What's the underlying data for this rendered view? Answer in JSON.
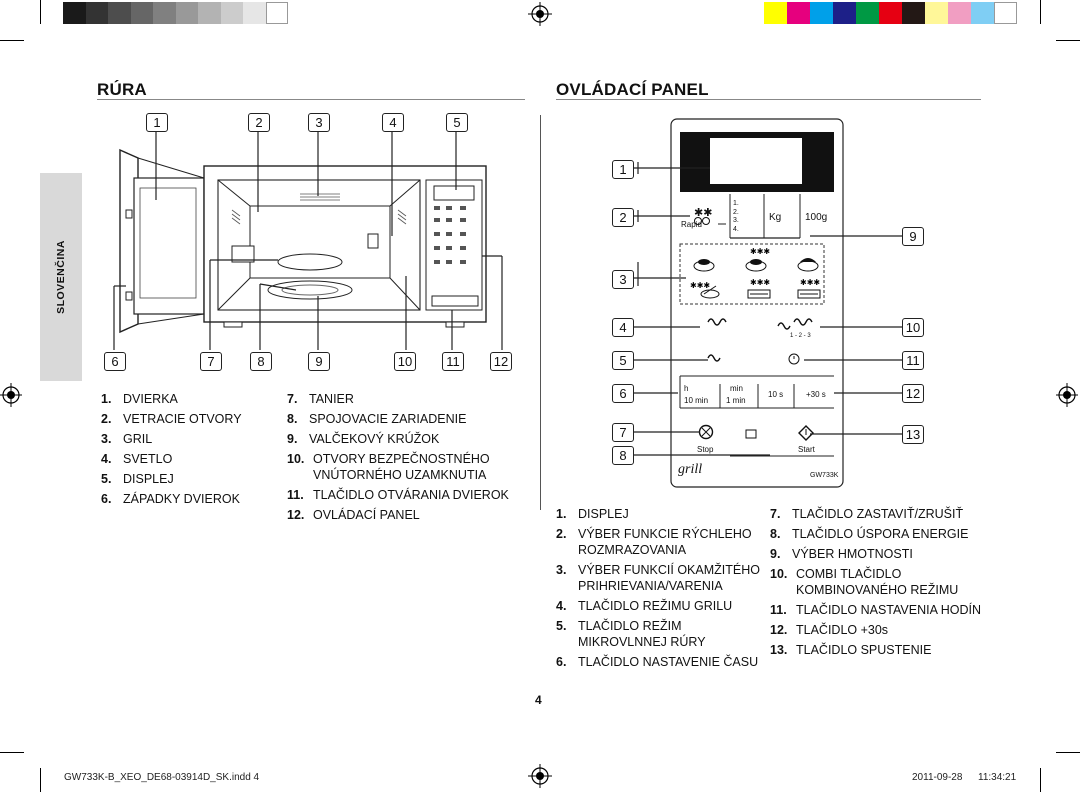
{
  "color_bars": {
    "gray": [
      "#1a1a1a",
      "#333333",
      "#4d4d4d",
      "#666666",
      "#808080",
      "#999999",
      "#b3b3b3",
      "#cccccc",
      "#e6e6e6",
      "#ffffff"
    ],
    "color": [
      "#ffff00",
      "#e6007e",
      "#00a0e9",
      "#1d2088",
      "#009944",
      "#e60012",
      "#231815",
      "#fff799",
      "#f19ec2",
      "#7fcef4",
      "#ffffff"
    ]
  },
  "side_tab": {
    "label": "SLOVENČINA"
  },
  "left": {
    "title": "RÚRA",
    "top_callouts": [
      "1",
      "2",
      "3",
      "4",
      "5"
    ],
    "bottom_callouts": [
      "6",
      "7",
      "8",
      "9",
      "10",
      "11",
      "12"
    ],
    "items_col1": [
      {
        "n": "1.",
        "t": "DVIERKA"
      },
      {
        "n": "2.",
        "t": "VETRACIE OTVORY"
      },
      {
        "n": "3.",
        "t": "GRIL"
      },
      {
        "n": "4.",
        "t": "SVETLO"
      },
      {
        "n": "5.",
        "t": "DISPLEJ"
      },
      {
        "n": "6.",
        "t": "ZÁPADKY DVIEROK"
      }
    ],
    "items_col2": [
      {
        "n": "7.",
        "t": "TANIER"
      },
      {
        "n": "8.",
        "t": "SPOJOVACIE ZARIADENIE"
      },
      {
        "n": "9.",
        "t": "VALČEKOVÝ KRÚŽOK"
      },
      {
        "n": "10.",
        "t": "OTVORY BEZPEČNOSTNÉHO VNÚTORNÉHO UZAMKNUTIA"
      },
      {
        "n": "11.",
        "t": "TLAČIDLO OTVÁRANIA DVIEROK"
      },
      {
        "n": "12.",
        "t": "OVLÁDACÍ PANEL"
      }
    ]
  },
  "right": {
    "title": "OVLÁDACÍ PANEL",
    "left_callouts": [
      "1",
      "2",
      "3",
      "4",
      "5",
      "6",
      "7",
      "8"
    ],
    "right_callouts": [
      "9",
      "10",
      "11",
      "12",
      "13"
    ],
    "panel": {
      "weight_kg": "Kg",
      "weight_g": "100g",
      "rapid": "Rapid",
      "auto_list": [
        "1.",
        "2.",
        "3.",
        "4."
      ],
      "combi_steps": "1 - 2 - 3",
      "time_h": "h",
      "time_min": "min",
      "time_10min": "10 min",
      "time_1min": "1 min",
      "time_10s": "10 s",
      "plus30": "+30 s",
      "stop": "Stop",
      "start": "Start",
      "brand": "grill",
      "model": "GW733K"
    },
    "items_col1": [
      {
        "n": "1.",
        "t": "DISPLEJ"
      },
      {
        "n": "2.",
        "t": "VÝBER FUNKCIE RÝCHLEHO ROZMRAZOVANIA"
      },
      {
        "n": "3.",
        "t": "VÝBER FUNKCIÍ OKAMŽITÉHO PRIHRIEVANIA/VARENIA"
      },
      {
        "n": "4.",
        "t": "TLAČIDLO REŽIMU GRILU"
      },
      {
        "n": "5.",
        "t": "TLAČIDLO REŽIM MIKROVLNNEJ RÚRY"
      },
      {
        "n": "6.",
        "t": "TLAČIDLO NASTAVENIE ČASU"
      }
    ],
    "items_col2": [
      {
        "n": "7.",
        "t": "TLAČIDLO ZASTAVIŤ/ZRUŠIŤ"
      },
      {
        "n": "8.",
        "t": "TLAČIDLO ÚSPORA ENERGIE"
      },
      {
        "n": "9.",
        "t": "VÝBER HMOTNOSTI"
      },
      {
        "n": "10.",
        "t": "COMBI TLAČIDLO KOMBINOVANÉHO REŽIMU"
      },
      {
        "n": "11.",
        "t": "TLAČIDLO NASTAVENIA HODÍN"
      },
      {
        "n": "12.",
        "t": "TLAČIDLO +30s"
      },
      {
        "n": "13.",
        "t": "TLAČIDLO SPUSTENIE"
      }
    ]
  },
  "page_number": "4",
  "footer": {
    "file": "GW733K-B_XEO_DE68-03914D_SK.indd   4",
    "date": "2011-09-28",
    "time": "11:34:21"
  }
}
